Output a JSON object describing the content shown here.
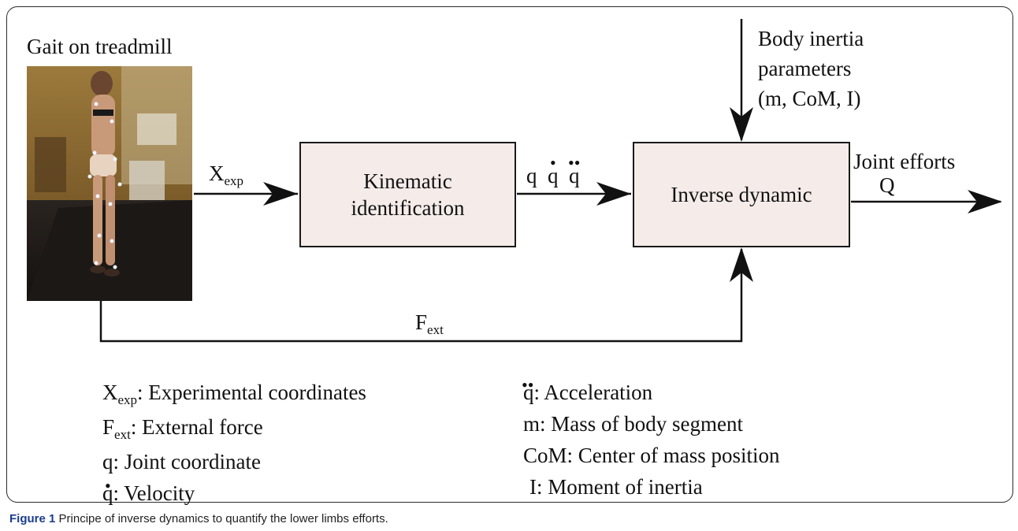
{
  "photo": {
    "title": "Gait on treadmill"
  },
  "blocks": {
    "kinematic": {
      "line1": "Kinematic",
      "line2": "identification"
    },
    "inverse": {
      "label": "Inverse dynamic"
    }
  },
  "inputs": {
    "body_inertia": {
      "line1": "Body inertia",
      "line2": "parameters",
      "line3": "(m, CoM, I)"
    }
  },
  "signals": {
    "x_exp": {
      "base": "X",
      "sub": "exp"
    },
    "f_ext": {
      "base": "F",
      "sub": "ext"
    },
    "q_derivs": {
      "q": "q",
      "qdot": "q",
      "qddot": "q"
    },
    "output": {
      "line1": "Joint efforts",
      "line2": "Q"
    }
  },
  "legend": {
    "left": [
      {
        "symbol": "X",
        "sub": "exp",
        "text": ": Experimental coordinates"
      },
      {
        "symbol": "F",
        "sub": "ext",
        "text": ": External force"
      },
      {
        "symbol": "q",
        "sub": "",
        "text": ": Joint coordinate"
      },
      {
        "symbol": "q",
        "sub": "",
        "text": ": Velocity"
      }
    ],
    "right": [
      {
        "symbol": "q",
        "text": ": Acceleration"
      },
      {
        "symbol": "",
        "text": "m: Mass of body segment"
      },
      {
        "symbol": "",
        "text": "CoM: Center of mass position"
      },
      {
        "symbol": "",
        "text": "I: Moment of inertia"
      }
    ]
  },
  "caption": {
    "label": "Figure 1",
    "text": " Principe of inverse dynamics to quantify the lower limbs efforts."
  },
  "colors": {
    "box_fill": "#f5ecea",
    "caption_label": "#1a3d8f"
  }
}
